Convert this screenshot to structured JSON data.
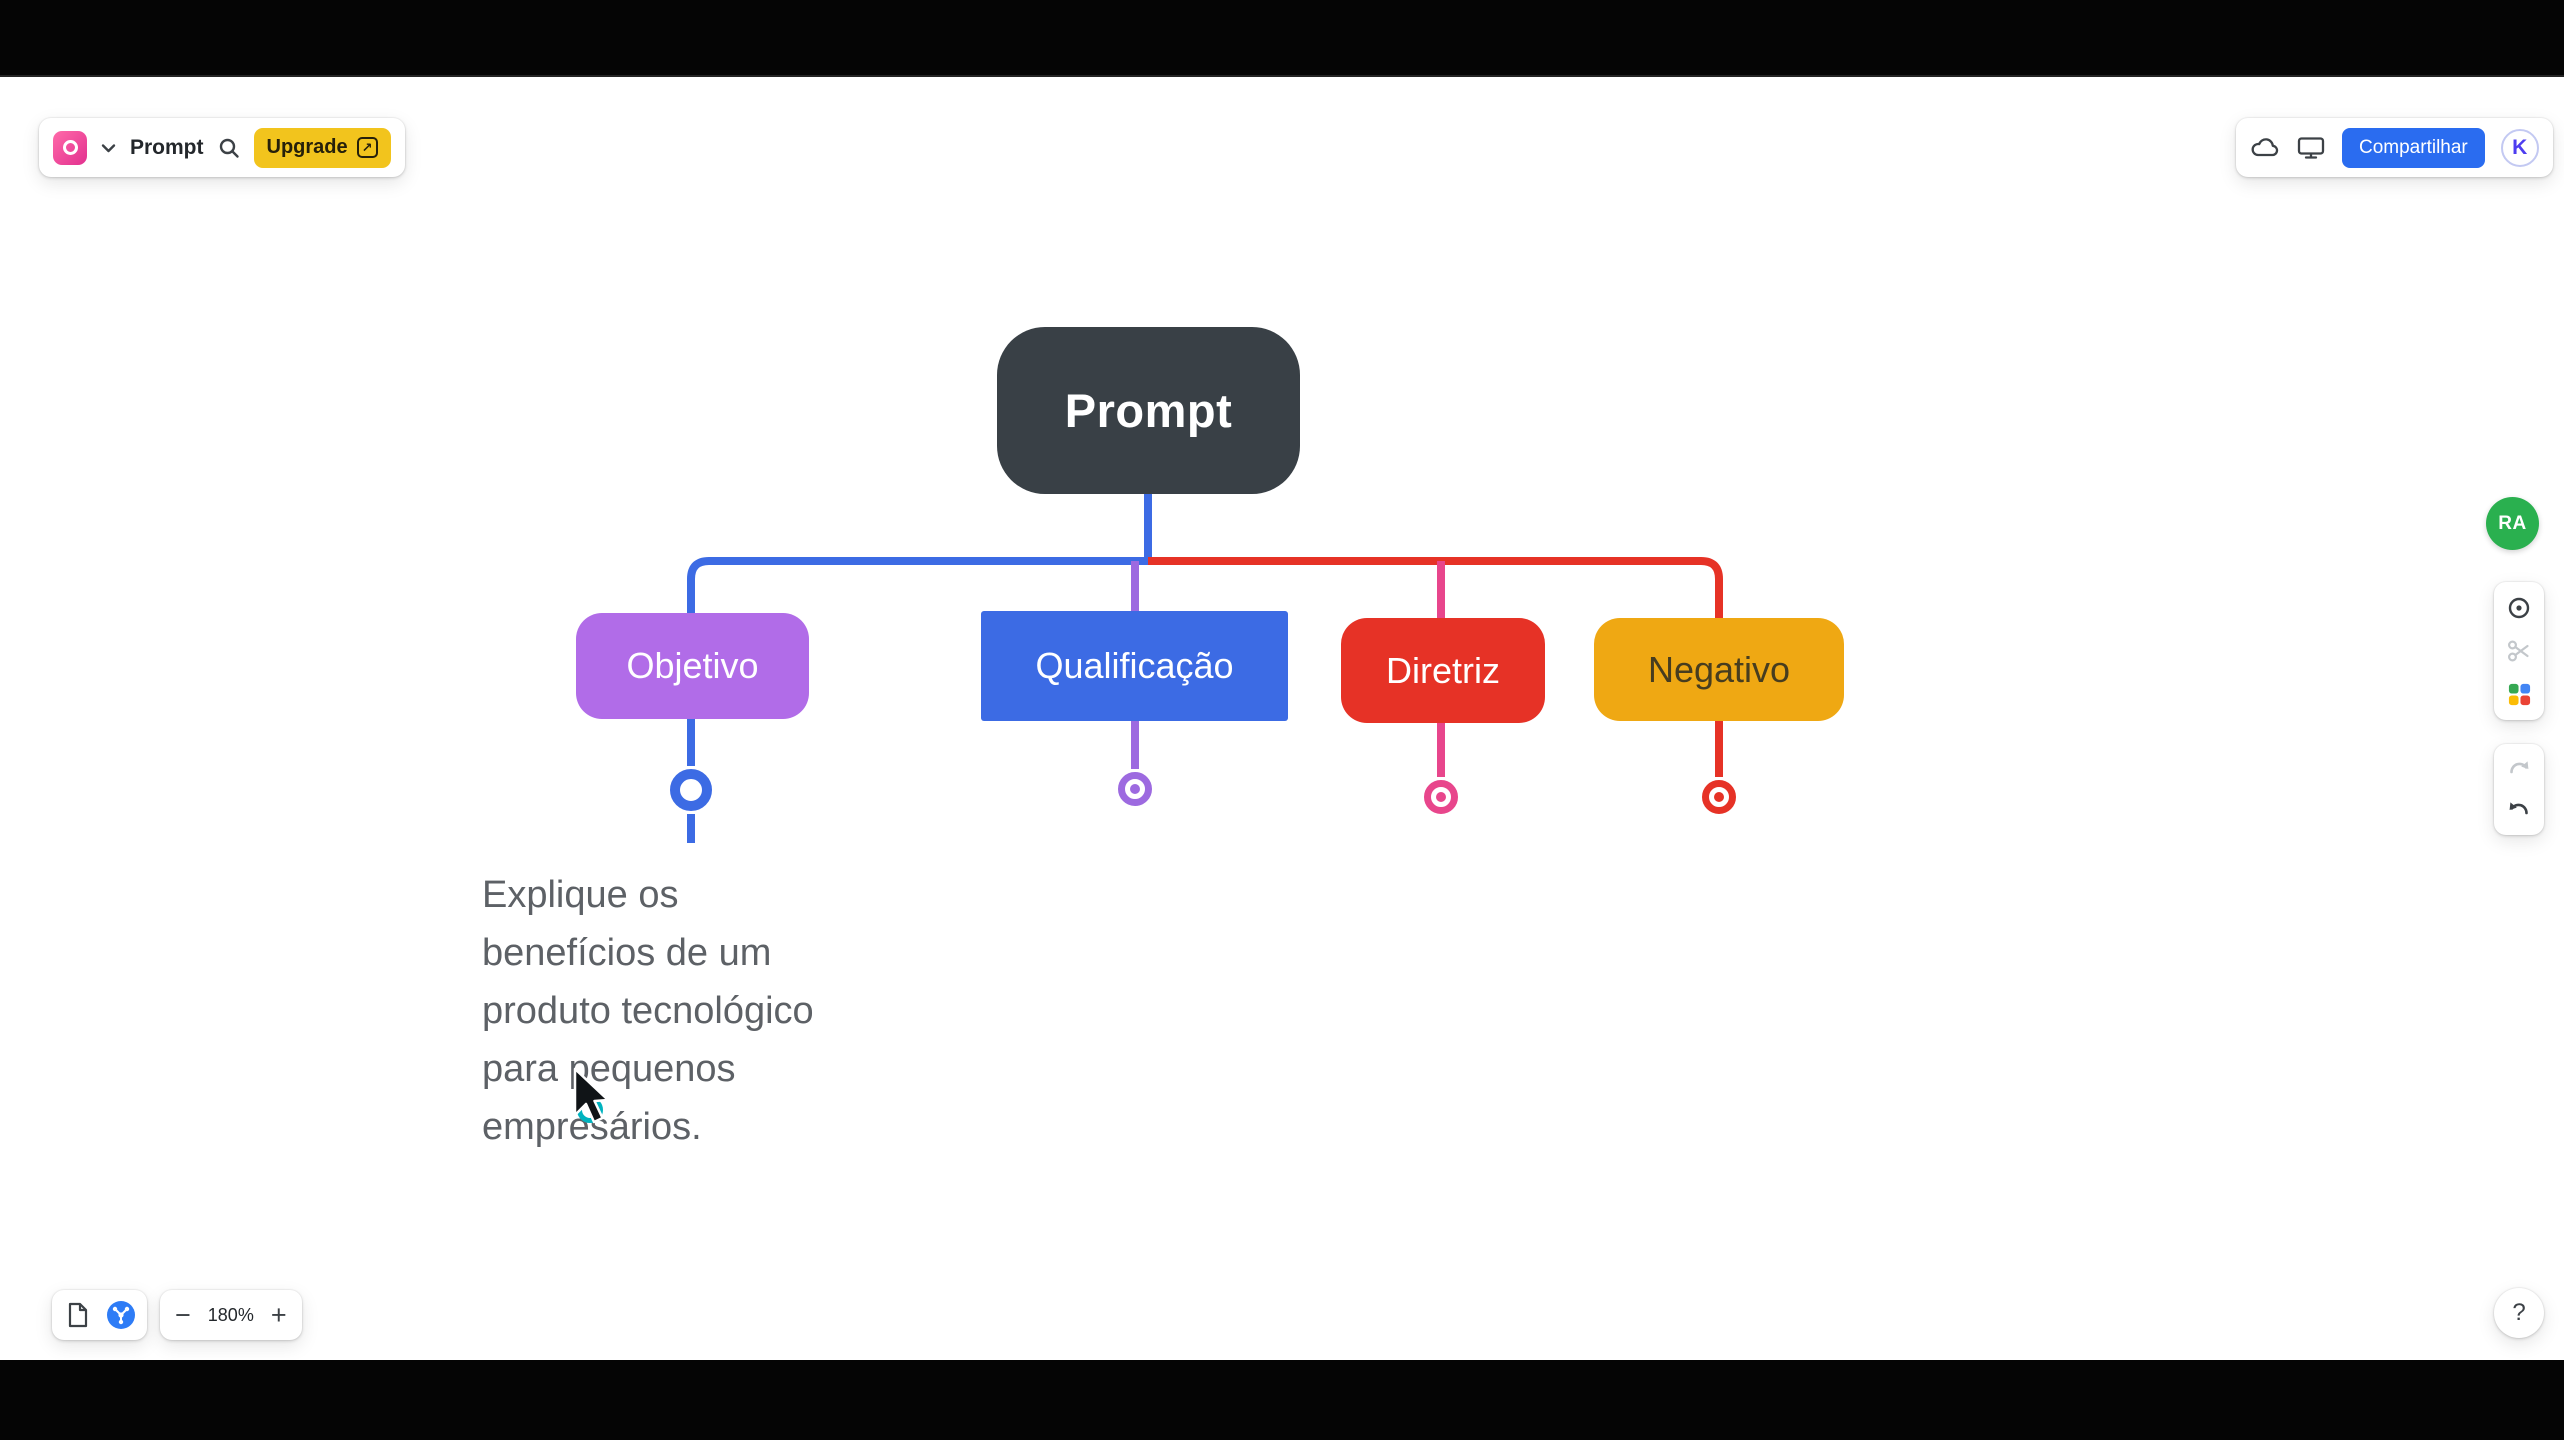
{
  "topbar": {
    "doc_title": "Prompt",
    "upgrade_label": "Upgrade",
    "upgrade_arrow": "↗",
    "share_label": "Compartilhar",
    "avatar_letter": "K"
  },
  "side_toolbar": {
    "logo_text": "RA",
    "help_label": "?"
  },
  "zoom_controls": {
    "minus_label": "−",
    "zoom_level": "180%",
    "plus_label": "+"
  },
  "mindmap": {
    "root": {
      "label": "Prompt",
      "fill": "#394046",
      "text_color": "#ffffff"
    },
    "children": [
      {
        "label": "Objetivo",
        "fill": "#b16ce8",
        "text_color": "#ffffff",
        "branch_color": "#3c6be4"
      },
      {
        "label": "Qualificação",
        "fill": "#3c6be4",
        "text_color": "#ffffff",
        "branch_color": "#9d6ae0"
      },
      {
        "label": "Diretriz",
        "fill": "#e63226",
        "text_color": "#ffffff",
        "branch_color": "#e8468c"
      },
      {
        "label": "Negativo",
        "fill": "#efa813",
        "text_color": "#473d1f",
        "branch_color": "#e63226"
      }
    ],
    "note_text": "Explique os\nbenefícios de um\nproduto tecnológico\npara pequenos\nempresários."
  },
  "colors": {
    "share_blue": "#2a6cf0",
    "upgrade_yellow": "#f2c41d",
    "branch_blue": "#3c6be4",
    "branch_purple": "#9d6ae0",
    "branch_pink": "#e8468c",
    "branch_red": "#e63226",
    "logo_green": "#2ab04f",
    "cursor_ring_teal": "#00b3bf"
  }
}
